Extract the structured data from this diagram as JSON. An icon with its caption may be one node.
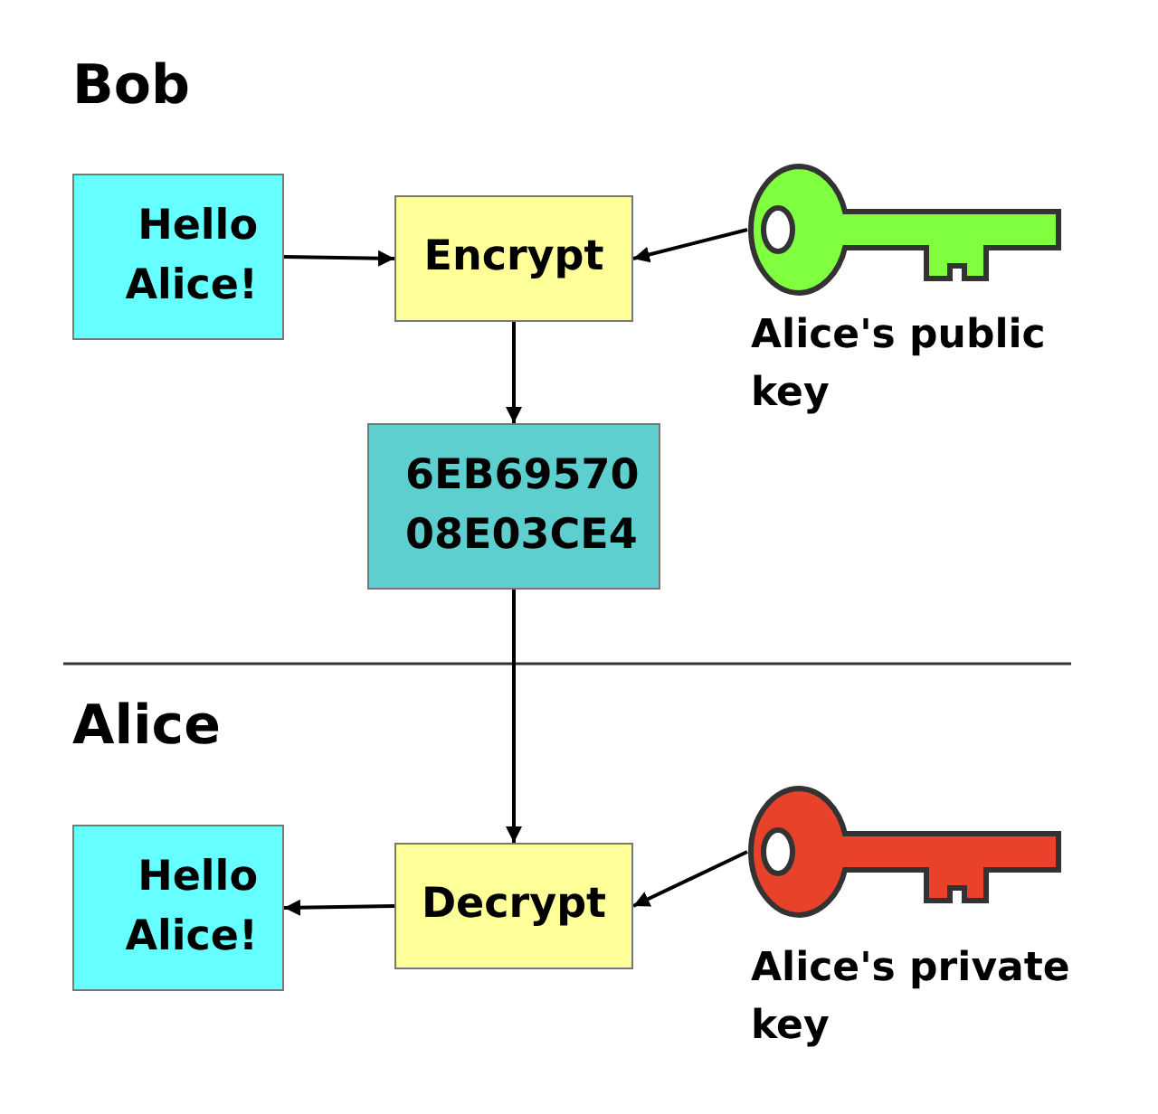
{
  "diagram": {
    "nodes": [
      {
        "text": [
          "Hello Alice!"
        ]
      },
      {
        "text": [
          "Encrypt"
        ]
      },
      {
        "text": [],
        "shape": "key",
        "beside": [
          "Alice's public key"
        ]
      },
      {
        "text": [
          "6EB69570 08E03CE4"
        ]
      },
      {
        "text": [
          "Hello Alice!"
        ]
      },
      {
        "text": [
          "Decrypt"
        ]
      },
      {
        "text": [],
        "shape": "key",
        "beside": [
          "Alice's private key"
        ]
      }
    ],
    "edges": [
      {
        "from": 0,
        "to": 1,
        "arrow": "to"
      },
      {
        "from": 2,
        "to": 1,
        "arrow": "to"
      },
      {
        "from": 1,
        "to": 3,
        "arrow": "to"
      },
      {
        "from": 3,
        "to": 5,
        "arrow": "to"
      },
      {
        "from": 6,
        "to": 5,
        "arrow": "to"
      },
      {
        "from": 5,
        "to": 4,
        "arrow": "to"
      }
    ],
    "labels": [
      "Bob",
      "Alice"
    ]
  }
}
